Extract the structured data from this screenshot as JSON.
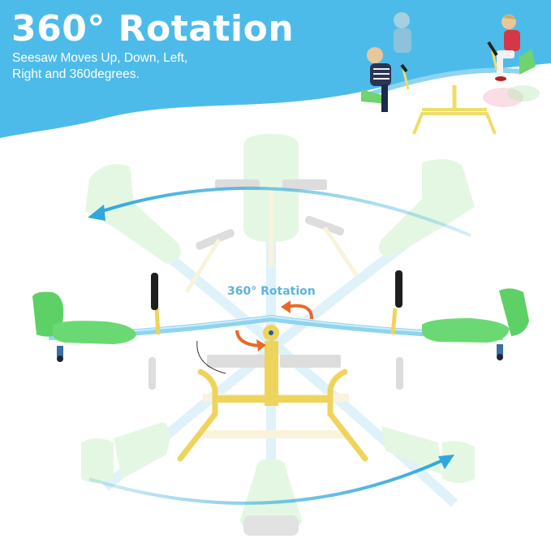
{
  "banner": {
    "title": "360° Rotation",
    "subtitle_line1": "Seesaw Moves Up, Down, Left,",
    "subtitle_line2": "Right and 360degrees.",
    "color": "#4dbbe9"
  },
  "diagram": {
    "center_label": "360° Rotation",
    "arrow_color_blue": "#2fa8dc",
    "arrow_color_orange": "#e8692a",
    "seat_color": "#5dd066",
    "beam_color": "#8fd3f0",
    "frame_color": "#f0d860",
    "handle_color": "#222222"
  },
  "inset_photo": {
    "description": "Two children riding seesaw"
  }
}
